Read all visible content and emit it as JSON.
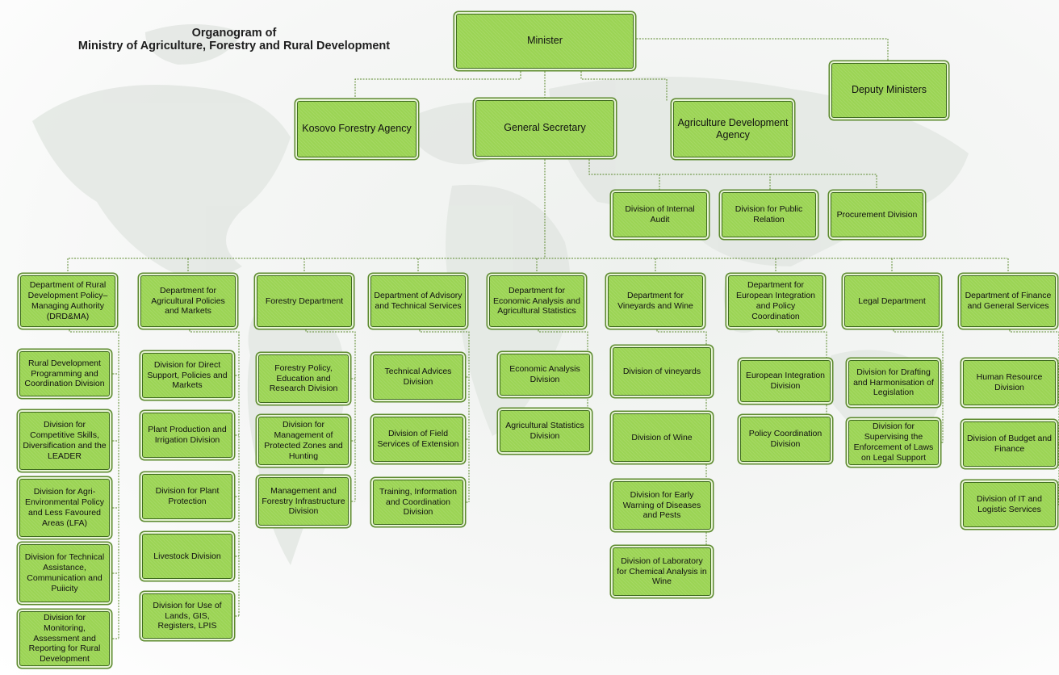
{
  "title": {
    "line1": "Organogram of",
    "line2": "Ministry of Agriculture, Forestry and Rural Development"
  },
  "colors": {
    "box_fill": "#9bd454",
    "box_border": "#3f6a1f",
    "connector": "#5c8a2e",
    "map": "#e3e7e3"
  },
  "leadership": {
    "minister": "Minister",
    "deputy_ministers": "Deputy Ministers",
    "general_secretary": "General Secretary",
    "kosovo_forestry_agency": "Kosovo Forestry Agency",
    "agriculture_development_agency": "Agriculture Development Agency"
  },
  "support_divisions": {
    "internal_audit": "Division of Internal Audit",
    "public_relation": "Division for Public Relation",
    "procurement": "Procurement Division"
  },
  "departments": [
    {
      "name": "Department of Rural Development Policy–Managing Authority (DRD&MA)",
      "divisions": [
        "Rural Development Programming and Coordination Division",
        "Division for Competitive Skills, Diversification and the LEADER",
        "Division for Agri-Environmental Policy and Less Favoured Areas (LFA)",
        "Division for Technical Assistance, Communication and Puiicity",
        "Division for Monitoring, Assessment and Reporting for Rural Development"
      ]
    },
    {
      "name": "Department for Agricultural Policies and Markets",
      "divisions": [
        "Division for Direct Support, Policies and Markets",
        "Plant Production and Irrigation Division",
        "Division for Plant Protection",
        "Livestock Division",
        "Division for Use of Lands, GIS, Registers, LPIS"
      ]
    },
    {
      "name": "Forestry Department",
      "divisions": [
        "Forestry Policy, Education and Research Division",
        "Division for Management of Protected Zones and Hunting",
        "Management and Forestry Infrastructure Division"
      ]
    },
    {
      "name": "Department of Advisory and Technical Services",
      "divisions": [
        "Technical Advices Division",
        "Division of Field Services of Extension",
        "Training, Information and Coordination Division"
      ]
    },
    {
      "name": "Department for Economic Analysis and Agricultural Statistics",
      "divisions": [
        "Economic Analysis Division",
        "Agricultural Statistics Division"
      ]
    },
    {
      "name": "Department for Vineyards and Wine",
      "divisions": [
        "Division of vineyards",
        "Division of Wine",
        "Division for Early Warning of Diseases and Pests",
        "Division of Laboratory for Chemical Analysis in Wine"
      ]
    },
    {
      "name": "Department for European Integration and Policy Coordination",
      "divisions": [
        "European Integration Division",
        "Policy Coordination Division"
      ]
    },
    {
      "name": "Legal Department",
      "divisions": [
        "Division for Drafting and Harmonisation of Legislation",
        "Division for Supervising the Enforcement of Laws on Legal Support"
      ]
    },
    {
      "name": "Department of Finance and General Services",
      "divisions": [
        "Human Resource Division",
        "Division of Budget and Finance",
        "Division of IT and Logistic Services"
      ]
    }
  ]
}
